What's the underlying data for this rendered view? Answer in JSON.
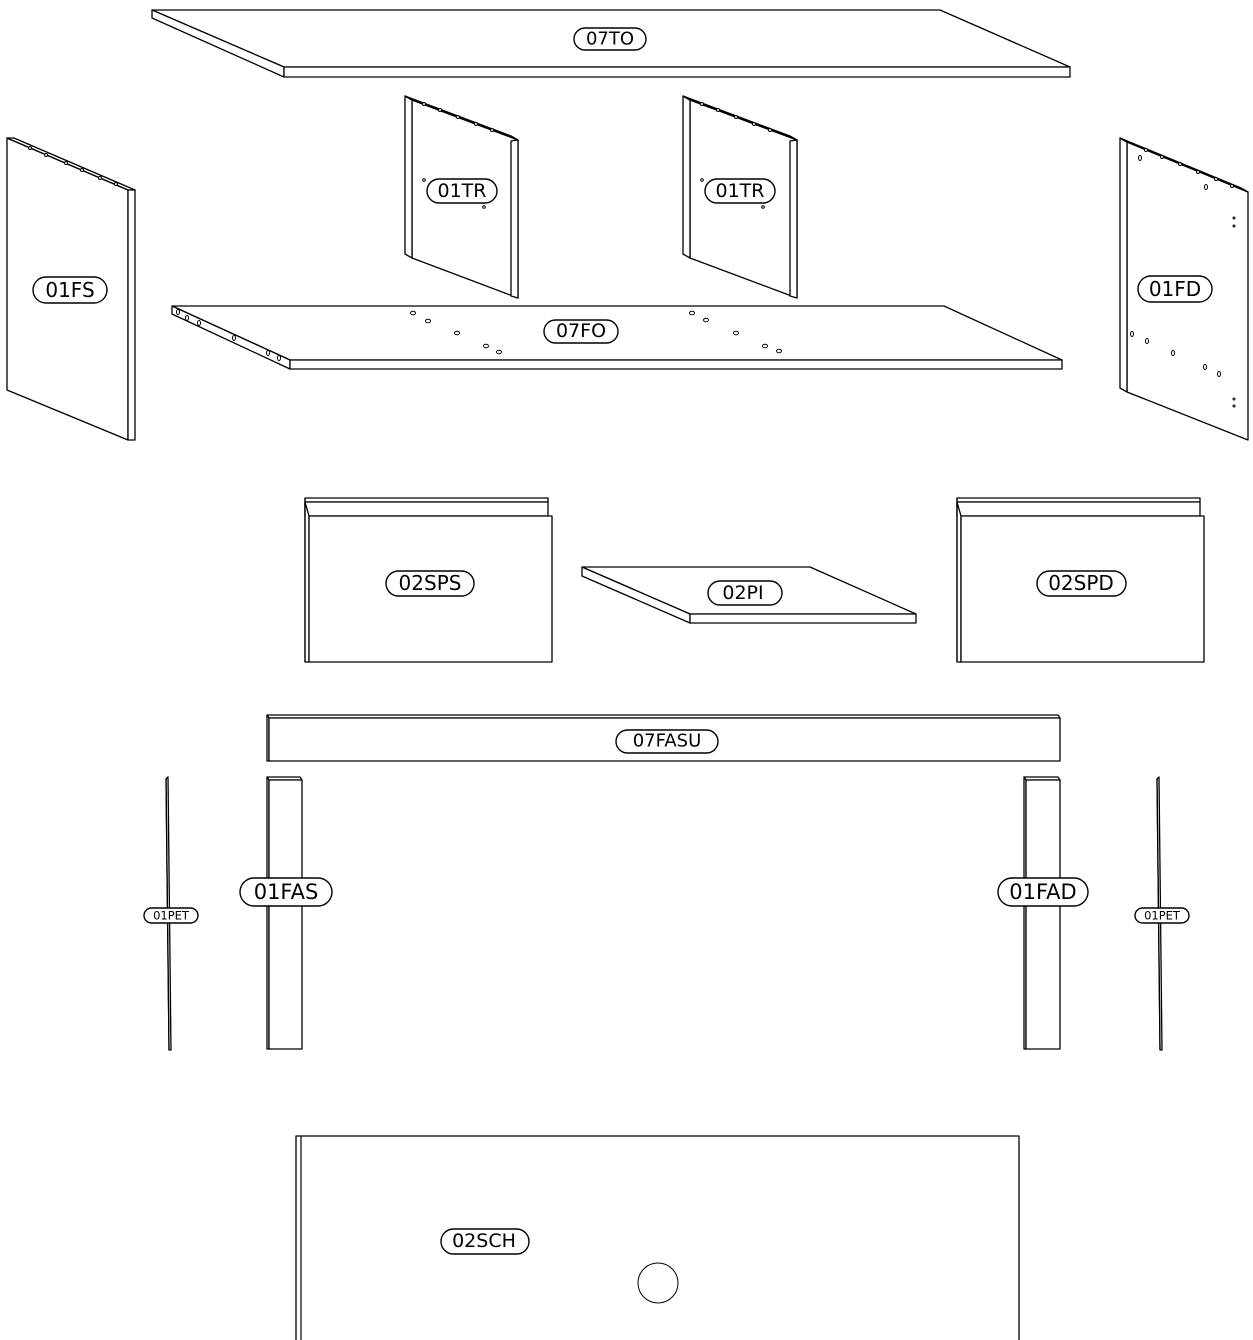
{
  "diagram": {
    "parts": {
      "top": "07TO",
      "back_left": "01TR",
      "back_right": "01TR",
      "side_left": "01FS",
      "side_right": "01FD",
      "bottom": "07FO",
      "drawer_side_left": "02SPS",
      "drawer_bottom": "02PI",
      "drawer_side_right": "02SPD",
      "face_frame_top": "07FASU",
      "face_frame_left": "01FAS",
      "face_frame_right": "01FAD",
      "pet_left": "01PET",
      "pet_right": "01PET",
      "drawer_front": "02SCH"
    }
  }
}
